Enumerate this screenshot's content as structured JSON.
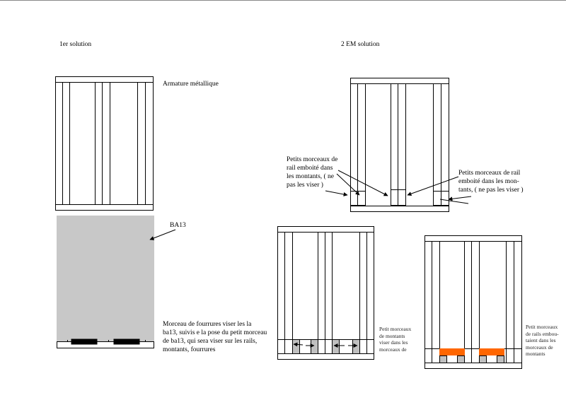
{
  "headings": {
    "solution1": "1er solution",
    "solution2": "2 EM  solution"
  },
  "labels": {
    "armature": "Armature métallique",
    "ba13": "BA13",
    "morceau_fourrures": "Morceau de fourrures viser les la\nba13, suivis e la pose du petit morceau\nde ba13, qui sera viser sur les rails,\nmontants, fourrures",
    "petits_morceaux_left": "Petits morceaux de\nrail emboité dans\nles montants, ( ne\npas les viser )",
    "petits_morceaux_right": "Petits morceaux de rail\nemboité dans les mon-\ntants, ( ne pas les viser )",
    "petit_montants": "Petit morceaux\nde montants\nviser dans les\nmorceaux de",
    "petit_rails": "Petit morceaux\nde rails  embou-\ntaient dans les\nmorceaux de\nmontants"
  },
  "colors": {
    "plasterboard": "#c8c8c8",
    "piece_gray": "#c0c0c0",
    "orange": "#ff6600",
    "fourrure": "#000000"
  }
}
